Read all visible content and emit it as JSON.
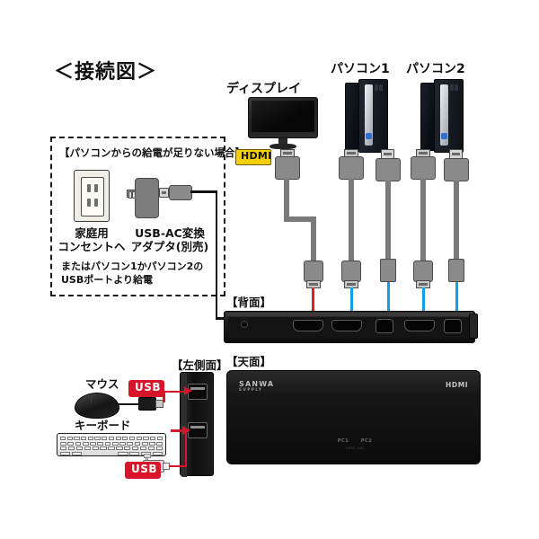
{
  "title": "＜接続図＞",
  "power_box": {
    "heading": "【パソコンからの給電が足りない場合】",
    "outlet_label_line1": "家庭用",
    "outlet_label_line2": "コンセントヘ",
    "adapter_label_line1": "USB-AC変換",
    "adapter_label_line2": "アダプタ(別売)",
    "note_line1": "またはパソコン1かパソコン2の",
    "note_line2": "USBポートより給電"
  },
  "devices": {
    "display_label": "ディスプレイ",
    "pc1_label": "パソコン1",
    "pc2_label": "パソコン2"
  },
  "badges": {
    "hdmi": "HDMI",
    "usb_mouse": "USB",
    "usb_keyboard": "USB"
  },
  "panels": {
    "rear": "【背面】",
    "left_side": "【左側面】",
    "top": "【天面】"
  },
  "peripherals": {
    "mouse_label": "マウス",
    "keyboard_label": "キーボード"
  },
  "unit_top": {
    "brand": "SANWA",
    "brand_sub": "SUPPLY",
    "hdmi_mark": "HDMI",
    "pc1_indicator": "PC1",
    "pc2_indicator": "PC2",
    "indicator_sub": "HDMI  USB"
  },
  "colors": {
    "hdmi_badge_bg": "#f5d000",
    "usb_badge_bg": "#d7142a",
    "arrow_red": "#e02020",
    "arrow_blue": "#14a0e0",
    "cable_gray": "#7a7a7a",
    "cable_black": "#111111",
    "device_black": "#111111"
  }
}
